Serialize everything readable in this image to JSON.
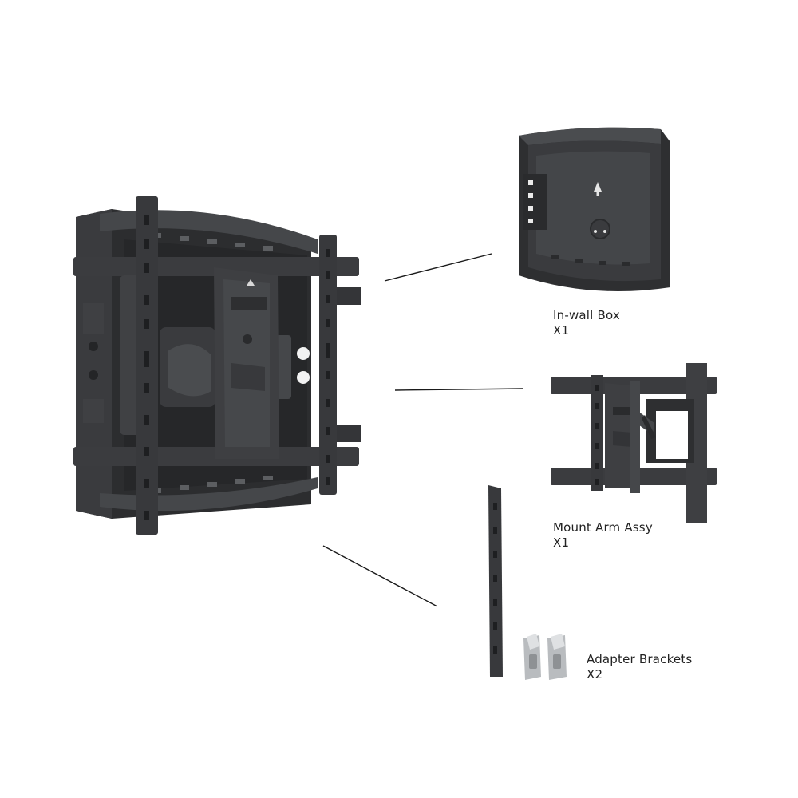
{
  "colors": {
    "background": "#ffffff",
    "metal_dark": "#2f3032",
    "metal_mid": "#3c3d40",
    "metal_light": "#55575a",
    "hole": "#f2f2f2",
    "bracket_silver": "#b9bcbf",
    "leader_line": "#1a1a1a",
    "text": "#222222"
  },
  "components": [
    {
      "id": "in-wall-box",
      "name": "In-wall Box",
      "qty": "X1",
      "icon": "in-wall-box-icon"
    },
    {
      "id": "mount-arm-assy",
      "name": "Mount Arm Assy",
      "qty": "X1",
      "icon": "mount-arm-icon"
    },
    {
      "id": "adapter-brackets",
      "name": "Adapter Brackets",
      "qty": "X2",
      "icon": "adapter-bracket-icon"
    }
  ],
  "assembly": {
    "icon": "assembled-wall-mount-icon"
  }
}
